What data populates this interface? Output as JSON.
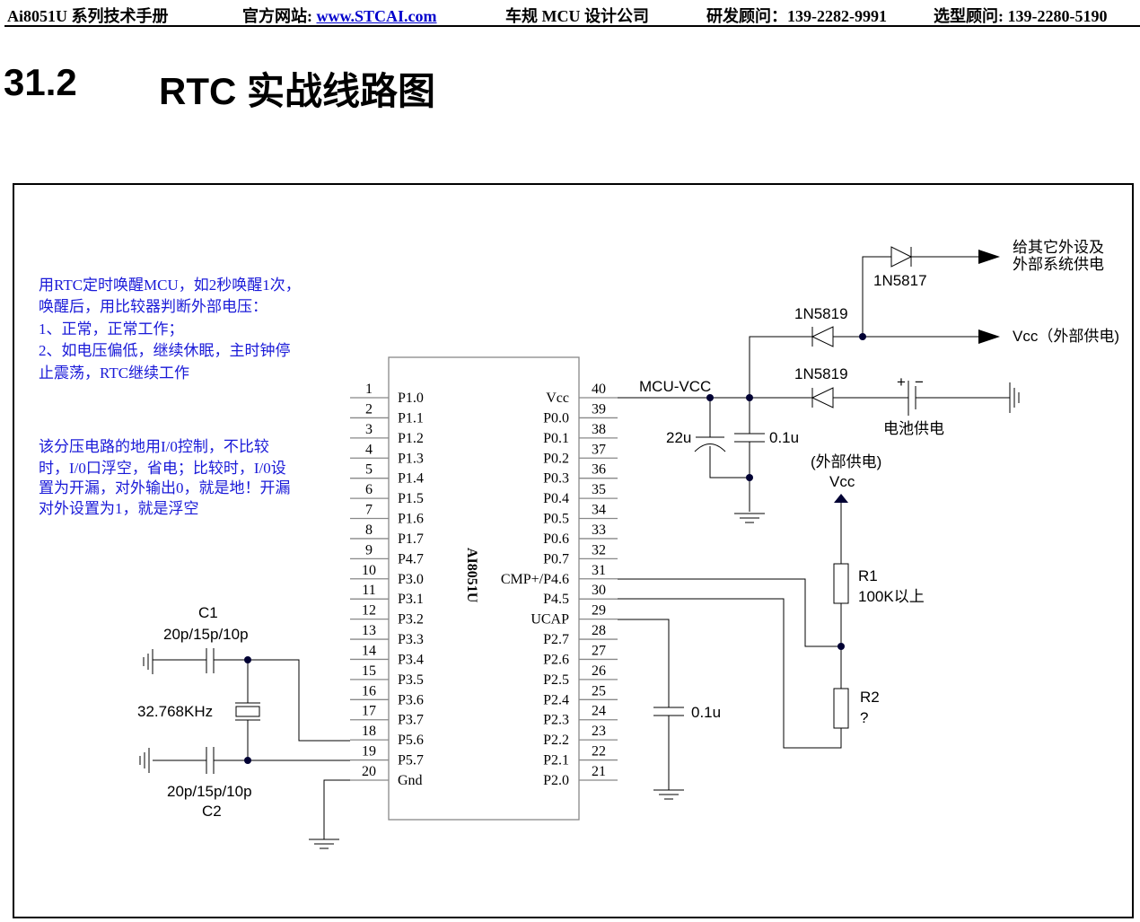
{
  "header": {
    "manual": "Ai8051U 系列技术手册",
    "site_label": "官方网站: ",
    "site_link": "www.STCAI.com",
    "company": "车规 MCU 设计公司",
    "rd_contact": "研发顾问：139-2282-9991",
    "sales_contact": "选型顾问: 139-2280-5190"
  },
  "section": {
    "number": "31.2",
    "title": "RTC 实战线路图"
  },
  "notes": {
    "note1": [
      "用RTC定时唤醒MCU，如2秒唤醒1次，",
      "唤醒后，用比较器判断外部电压：",
      "1、正常，正常工作；",
      "2、如电压偏低，继续休眠，主时钟停",
      "止震荡，RTC继续工作"
    ],
    "note2": [
      "该分压电路的地用I/0控制，不比较",
      "时，I/0口浮空，省电；比较时，I/0设",
      "置为开漏，对外输出0，就是地！开漏",
      "对外设置为1，就是浮空"
    ]
  },
  "chip": {
    "name": "AI8051U",
    "left_pins": [
      "P1.0",
      "P1.1",
      "P1.2",
      "P1.3",
      "P1.4",
      "P1.5",
      "P1.6",
      "P1.7",
      "P4.7",
      "P3.0",
      "P3.1",
      "P3.2",
      "P3.3",
      "P3.4",
      "P3.5",
      "P3.6",
      "P3.7",
      "P5.6",
      "P5.7",
      "Gnd"
    ],
    "right_pins": [
      "Vcc",
      "P0.0",
      "P0.1",
      "P0.2",
      "P0.3",
      "P0.4",
      "P0.5",
      "P0.6",
      "P0.7",
      "CMP+/P4.6",
      "P4.5",
      "UCAP",
      "P2.7",
      "P2.6",
      "P2.5",
      "P2.4",
      "P2.3",
      "P2.2",
      "P2.1",
      "P2.0"
    ]
  },
  "labels": {
    "mcu_vcc": "MCU-VCC",
    "cap_22u": "22u",
    "cap_01u_a": "0.1u",
    "cap_01u_b": "0.1u",
    "d1": "1N5817",
    "d2": "1N5819",
    "d3": "1N5819",
    "out1_line1": "给其它外设及",
    "out1_line2": "外部系统供电",
    "out2": "Vcc（外部供电)",
    "battery": "电池供电",
    "ext_vcc_note": "(外部供电)",
    "ext_vcc": "Vcc",
    "r1": "R1",
    "r1_val": "100K以上",
    "r2": "R2",
    "r2_val": "?",
    "c1": "C1",
    "c1_val": "20p/15p/10p",
    "c2": "C2",
    "c2_val": "20p/15p/10p",
    "xtal": "32.768KHz",
    "bat_plus": "+",
    "bat_minus": "−"
  }
}
